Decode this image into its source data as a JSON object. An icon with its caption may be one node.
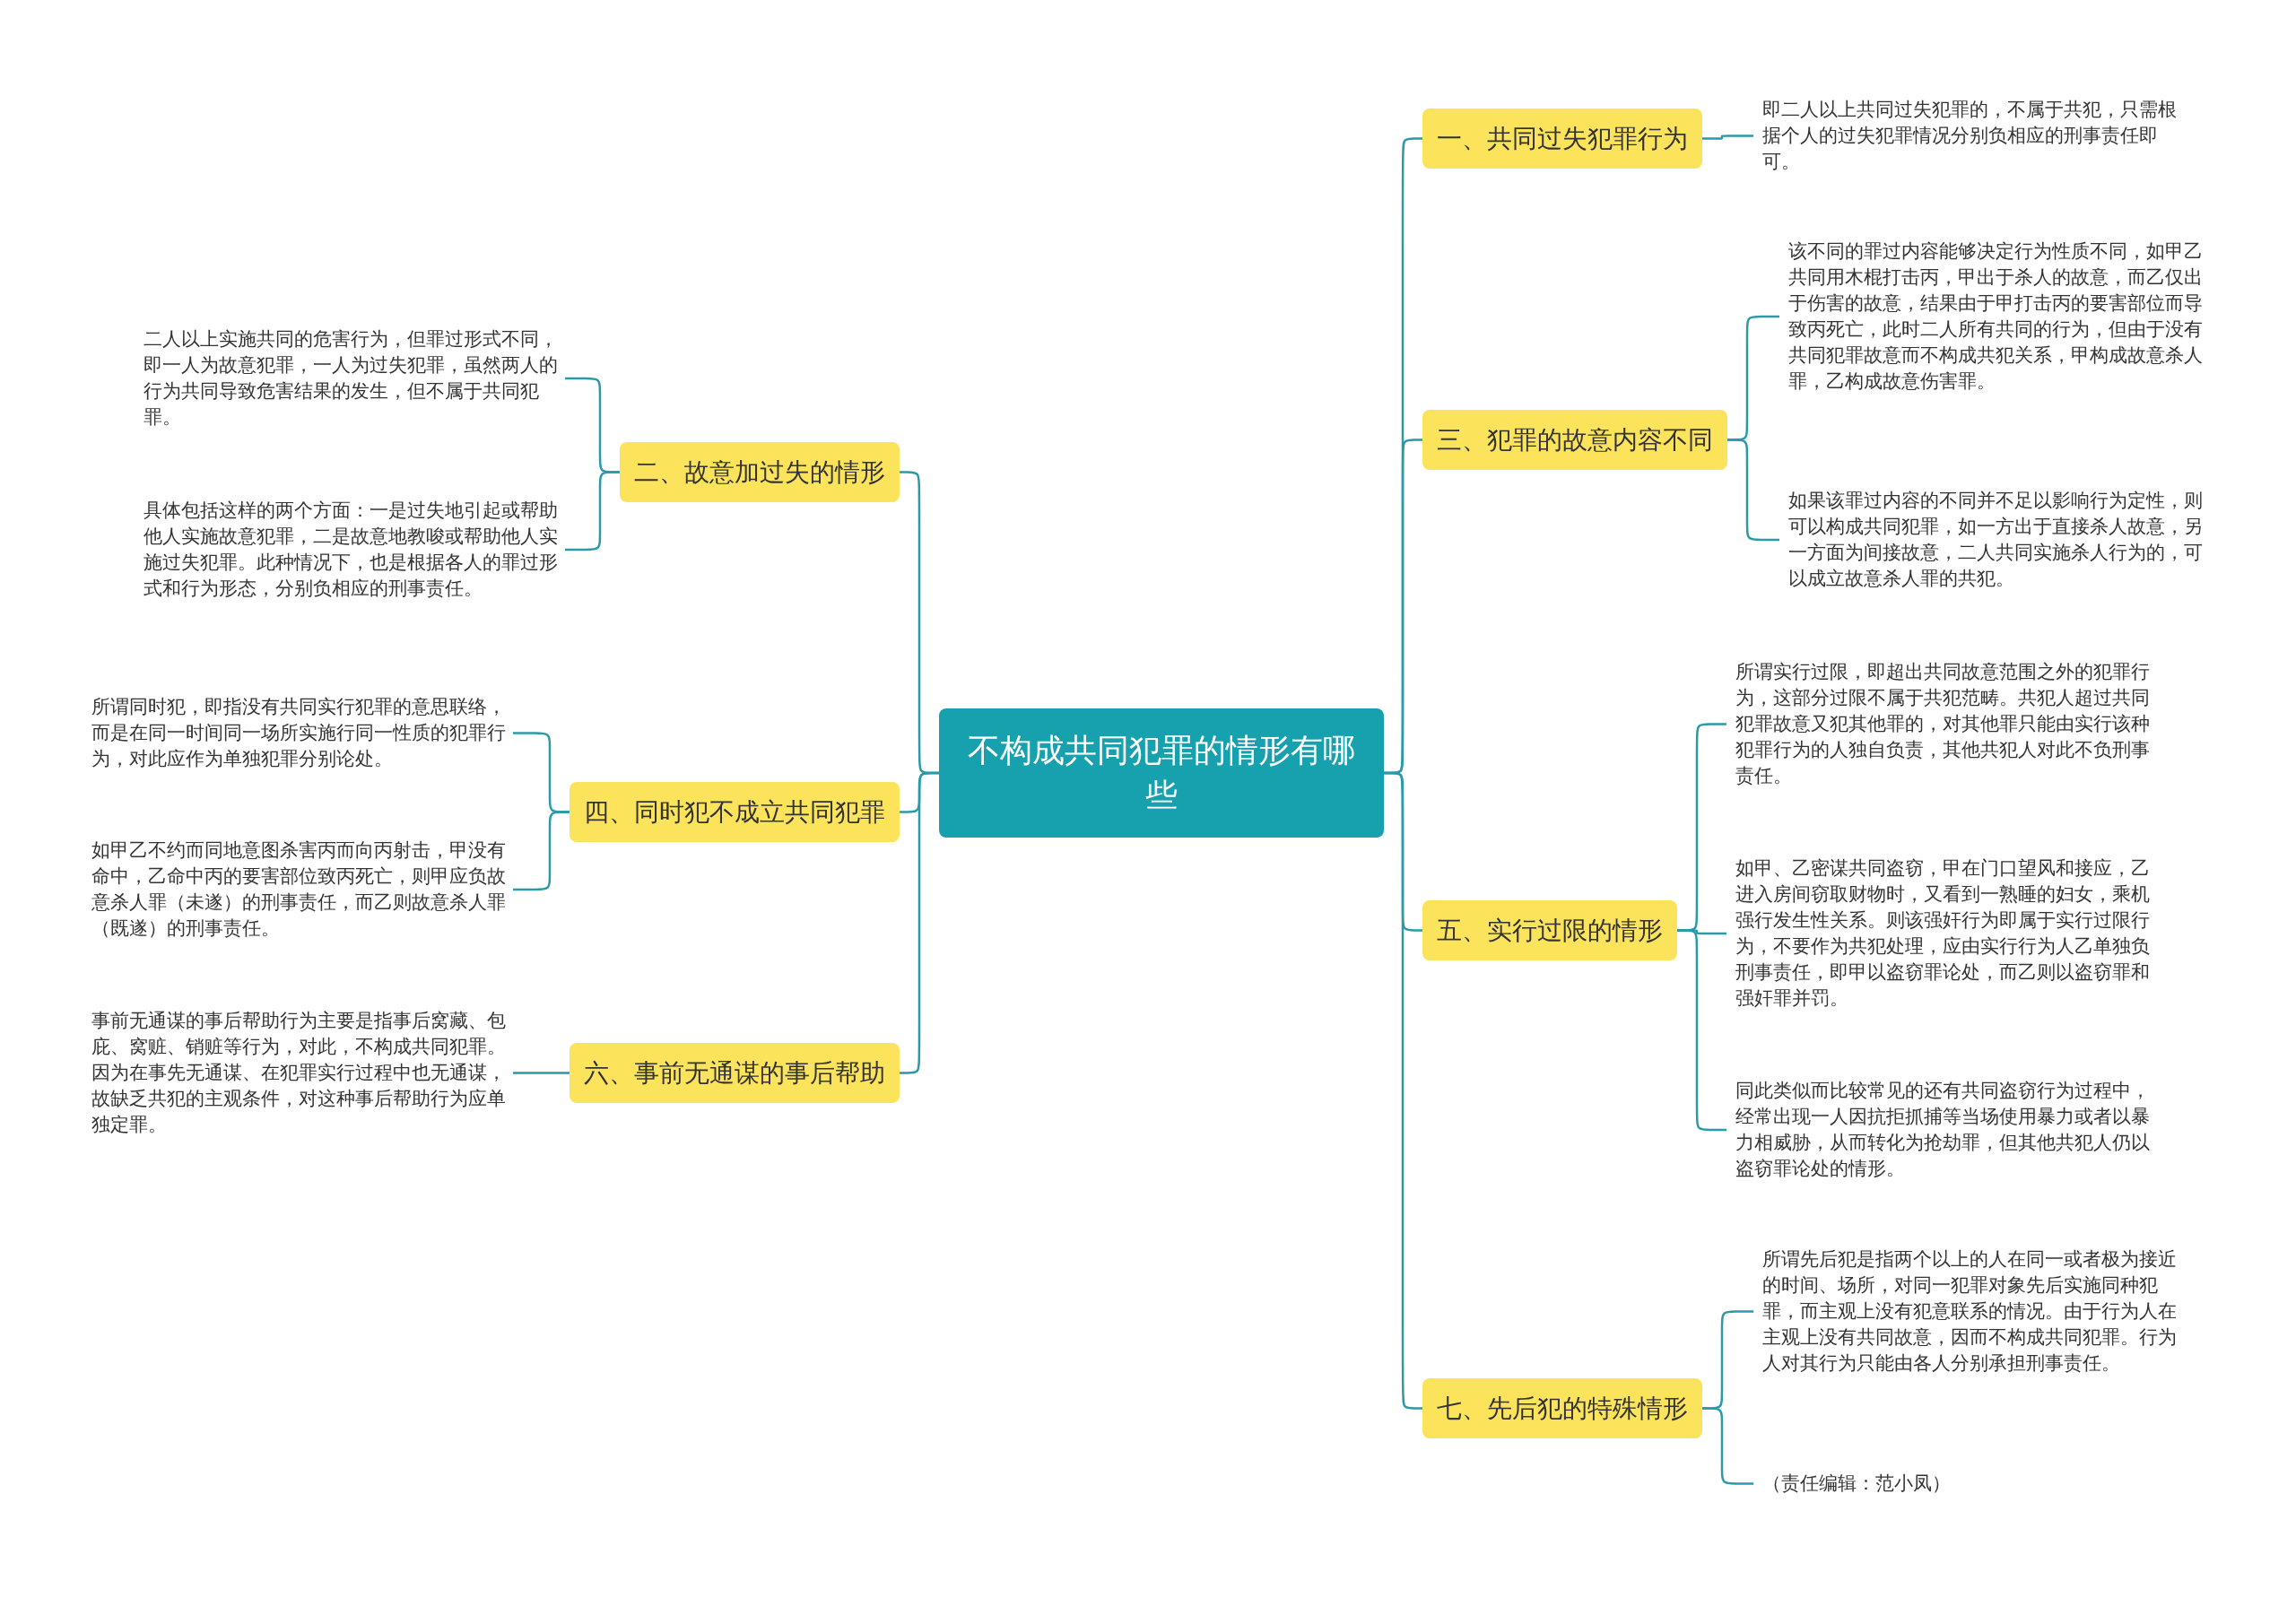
{
  "diagram": {
    "nodes": [
      {
        "text": [
          "不构成共同犯罪的情形有哪些"
        ]
      },
      {
        "text": [
          "一、共同过失犯罪行为"
        ]
      },
      {
        "text": [
          "即二人以上共同过失犯罪的，不属于共犯，只需根据个人的过失犯罪情况分别负相应的刑事责任即可。"
        ]
      },
      {
        "text": [
          "二、故意加过失的情形"
        ]
      },
      {
        "text": [
          "二人以上实施共同的危害行为，但罪过形式不同，即一人为故意犯罪，一人为过失犯罪，虽然两人的行为共同导致危害结果的发生，但不属于共同犯罪。"
        ]
      },
      {
        "text": [
          "具体包括这样的两个方面：一是过失地引起或帮助他人实施故意犯罪，二是故意地教唆或帮助他人实施过失犯罪。此种情况下，也是根据各人的罪过形式和行为形态，分别负相应的刑事责任。"
        ]
      },
      {
        "text": [
          "三、犯罪的故意内容不同"
        ]
      },
      {
        "text": [
          "该不同的罪过内容能够决定行为性质不同，如甲乙共同用木棍打击丙，甲出于杀人的故意，而乙仅出于伤害的故意，结果由于甲打击丙的要害部位而导致丙死亡，此时二人所有共同的行为，但由于没有共同犯罪故意而不构成共犯关系，甲构成故意杀人罪，乙构成故意伤害罪。"
        ]
      },
      {
        "text": [
          "如果该罪过内容的不同并不足以影响行为定性，则可以构成共同犯罪，如一方出于直接杀人故意，另一方面为间接故意，二人共同实施杀人行为的，可以成立故意杀人罪的共犯。"
        ]
      },
      {
        "text": [
          "四、同时犯不成立共同犯罪"
        ]
      },
      {
        "text": [
          "所谓同时犯，即指没有共同实行犯罪的意思联络，而是在同一时间同一场所实施行同一性质的犯罪行为，对此应作为单独犯罪分别论处。"
        ]
      },
      {
        "text": [
          "如甲乙不约而同地意图杀害丙而向丙射击，甲没有命中，乙命中丙的要害部位致丙死亡，则甲应负故意杀人罪（未遂）的刑事责任，而乙则故意杀人罪（既遂）的刑事责任。"
        ]
      },
      {
        "text": [
          "五、实行过限的情形"
        ]
      },
      {
        "text": [
          "所谓实行过限，即超出共同故意范围之外的犯罪行为，这部分过限不属于共犯范畴。共犯人超过共同犯罪故意又犯其他罪的，对其他罪只能由实行该种犯罪行为的人独自负责，其他共犯人对此不负刑事责任。"
        ]
      },
      {
        "text": [
          "如甲、乙密谋共同盗窃，甲在门口望风和接应，乙进入房间窃取财物时，又看到一熟睡的妇女，乘机强行发生性关系。则该强奸行为即属于实行过限行为，不要作为共犯处理，应由实行行为人乙单独负刑事责任，即甲以盗窃罪论处，而乙则以盗窃罪和强奸罪并罚。"
        ]
      },
      {
        "text": [
          "同此类似而比较常见的还有共同盗窃行为过程中，经常出现一人因抗拒抓捕等当场使用暴力或者以暴力相威胁，从而转化为抢劫罪，但其他共犯人仍以盗窃罪论处的情形。"
        ]
      },
      {
        "text": [
          "六、事前无通谋的事后帮助"
        ]
      },
      {
        "text": [
          "事前无通谋的事后帮助行为主要是指事后窝藏、包庇、窝赃、销赃等行为，对此，不构成共同犯罪。因为在事先无通谋、在犯罪实行过程中也无通谋，故缺乏共犯的主观条件，对这种事后帮助行为应单独定罪。"
        ]
      },
      {
        "text": [
          "七、先后犯的特殊情形"
        ]
      },
      {
        "text": [
          "所谓先后犯是指两个以上的人在同一或者极为接近的时间、场所，对同一犯罪对象先后实施同种犯罪，而主观上没有犯意联系的情况。由于行为人在主观上没有共同故意，因而不构成共同犯罪。行为人对其行为只能由各人分别承担刑事责任。"
        ]
      },
      {
        "text": [
          "（责任编辑：范小凤）"
        ]
      }
    ],
    "edges": [
      {
        "from": 0,
        "to": 1,
        "arrow": "none"
      },
      {
        "from": 1,
        "to": 2,
        "arrow": "none"
      },
      {
        "from": 0,
        "to": 3,
        "arrow": "none"
      },
      {
        "from": 3,
        "to": 4,
        "arrow": "none"
      },
      {
        "from": 3,
        "to": 5,
        "arrow": "none"
      },
      {
        "from": 0,
        "to": 6,
        "arrow": "none"
      },
      {
        "from": 6,
        "to": 7,
        "arrow": "none"
      },
      {
        "from": 6,
        "to": 8,
        "arrow": "none"
      },
      {
        "from": 0,
        "to": 9,
        "arrow": "none"
      },
      {
        "from": 9,
        "to": 10,
        "arrow": "none"
      },
      {
        "from": 9,
        "to": 11,
        "arrow": "none"
      },
      {
        "from": 0,
        "to": 12,
        "arrow": "none"
      },
      {
        "from": 12,
        "to": 13,
        "arrow": "none"
      },
      {
        "from": 12,
        "to": 14,
        "arrow": "none"
      },
      {
        "from": 12,
        "to": 15,
        "arrow": "none"
      },
      {
        "from": 0,
        "to": 16,
        "arrow": "none"
      },
      {
        "from": 16,
        "to": 17,
        "arrow": "none"
      },
      {
        "from": 0,
        "to": 18,
        "arrow": "none"
      },
      {
        "from": 18,
        "to": 19,
        "arrow": "none"
      },
      {
        "from": 18,
        "to": 20,
        "arrow": "none"
      }
    ]
  }
}
